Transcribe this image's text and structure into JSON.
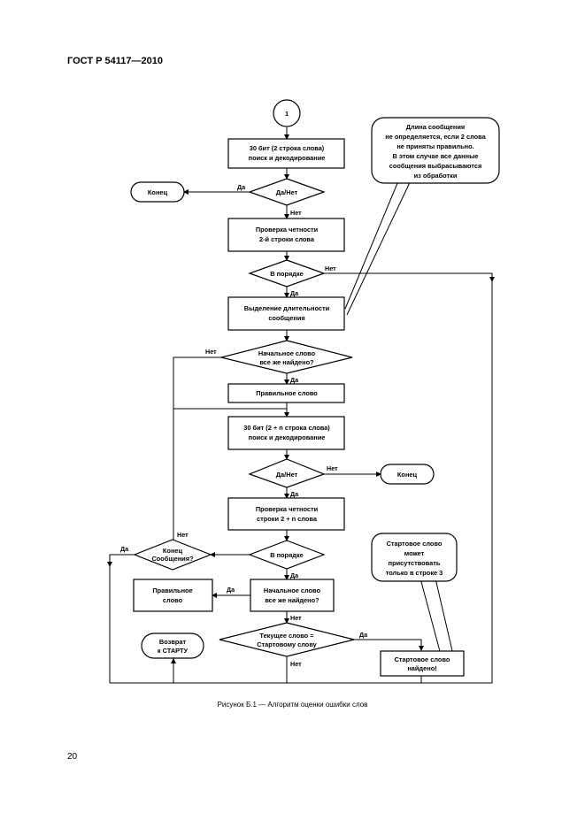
{
  "header": {
    "title": "ГОСТ Р 54117—2010"
  },
  "caption": "Рисунок Б.1 — Алгоритм оценки ошибки слов",
  "page_number": "20",
  "flow": {
    "start": "1",
    "b1": [
      "30 бит (2 строка слова)",
      "поиск и декодирование"
    ],
    "d1": "Да/Нет",
    "end1": "Конец",
    "b2": [
      "Проверка четности",
      "2-й строки слова"
    ],
    "d2": "В порядке",
    "b3": [
      "Выделение длительности",
      "сообщения"
    ],
    "d3": [
      "Начальное слово",
      "все же найдено?"
    ],
    "b4": "Правильное слово",
    "b5": [
      "30 бит (2 + n строка слова)",
      "поиск и декодирование"
    ],
    "d4": "Да/Нет",
    "end2": "Конец",
    "b6": [
      "Проверка четности",
      "строки 2 + n слова"
    ],
    "d5": "В порядке",
    "d6": [
      "Конец",
      "Сообщения?"
    ],
    "b7": [
      "Правильное",
      "слово"
    ],
    "b8": [
      "Начальное слово",
      "все же найдено?"
    ],
    "d7": [
      "Текущее слово =",
      "Стартовому слову"
    ],
    "b9": [
      "Стартовое слово",
      "найдено!"
    ],
    "ret": [
      "Возврат",
      "к СТАРТУ"
    ],
    "note1": [
      "Длина сообщения",
      "не определяется, если 2 слова",
      "не приняты правильно.",
      "В этом случае все данные",
      "сообщения выбрасываются",
      "из обработки"
    ],
    "note2": [
      "Стартовое слово",
      "может",
      "присутствовать",
      "только в строке 3"
    ],
    "labels": {
      "yes": "Да",
      "no": "Нет"
    }
  }
}
